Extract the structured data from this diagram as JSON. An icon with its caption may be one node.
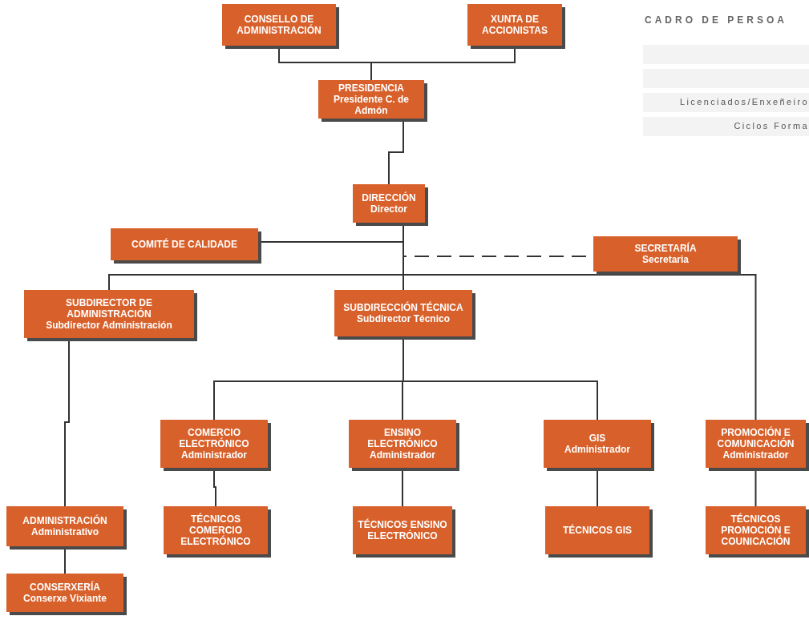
{
  "diagram": {
    "nodes": [
      {
        "text": [
          "CONSELLO DE ADMINISTRACIÓN"
        ]
      },
      {
        "text": [
          "XUNTA DE ACCIONISTAS"
        ]
      },
      {
        "text": [
          "PRESIDENCIA",
          "Presidente C. de Admón"
        ]
      },
      {
        "text": [
          "DIRECCIÓN",
          "Director"
        ]
      },
      {
        "text": [
          "COMITÉ DE CALIDADE"
        ]
      },
      {
        "text": [
          "SECRETARÍA",
          "Secretaria"
        ]
      },
      {
        "text": [
          "SUBDIRECTOR DE ADMINISTRACIÓN",
          "Subdirector Administración"
        ]
      },
      {
        "text": [
          "SUBDIRECCIÓN TÉCNICA",
          "Subdirector Técnico"
        ]
      },
      {
        "text": [
          "COMERCIO ELECTRÓNICO",
          "Administrador"
        ]
      },
      {
        "text": [
          "ENSINO ELECTRÓNICO",
          "Administrador"
        ]
      },
      {
        "text": [
          "GIS",
          "Administrador"
        ]
      },
      {
        "text": [
          "PROMOCIÓN E COMUNICACIÓN",
          "Administrador"
        ]
      },
      {
        "text": [
          "TÉCNICOS COMERCIO ELECTRÓNICO"
        ]
      },
      {
        "text": [
          "TÉCNICOS ENSINO ELECTRÓNICO"
        ]
      },
      {
        "text": [
          "TÉCNICOS GIS"
        ]
      },
      {
        "text": [
          "TÉCNICOS PROMOCIÓN E COUNICACIÓN"
        ]
      },
      {
        "text": [
          "ADMINISTRACIÓN",
          "Administrativo"
        ]
      },
      {
        "text": [
          "CONSERXERÍA",
          "Conserxe Vixiante"
        ]
      }
    ],
    "edges": [
      {
        "from": 0,
        "to": 2,
        "arrow": "none"
      },
      {
        "from": 1,
        "to": 2,
        "arrow": "none"
      },
      {
        "from": 2,
        "to": 3,
        "arrow": "none"
      },
      {
        "from": 3,
        "to": 4,
        "arrow": "none"
      },
      {
        "from": 3,
        "to": 5,
        "arrow": "none",
        "style": "dashed"
      },
      {
        "from": 3,
        "to": 6,
        "arrow": "none"
      },
      {
        "from": 3,
        "to": 7,
        "arrow": "none"
      },
      {
        "from": 3,
        "to": 11,
        "arrow": "none"
      },
      {
        "from": 7,
        "to": 8,
        "arrow": "none"
      },
      {
        "from": 7,
        "to": 9,
        "arrow": "none"
      },
      {
        "from": 7,
        "to": 10,
        "arrow": "none"
      },
      {
        "from": 8,
        "to": 12,
        "arrow": "none"
      },
      {
        "from": 9,
        "to": 13,
        "arrow": "none"
      },
      {
        "from": 10,
        "to": 14,
        "arrow": "none"
      },
      {
        "from": 11,
        "to": 15,
        "arrow": "none"
      },
      {
        "from": 6,
        "to": 16,
        "arrow": "none"
      },
      {
        "from": 16,
        "to": 17,
        "arrow": "none"
      }
    ],
    "labels": [
      "CADRO DE PERSOA",
      "Licenciados/Enxeñeiro",
      "Ciclos Forma"
    ]
  }
}
